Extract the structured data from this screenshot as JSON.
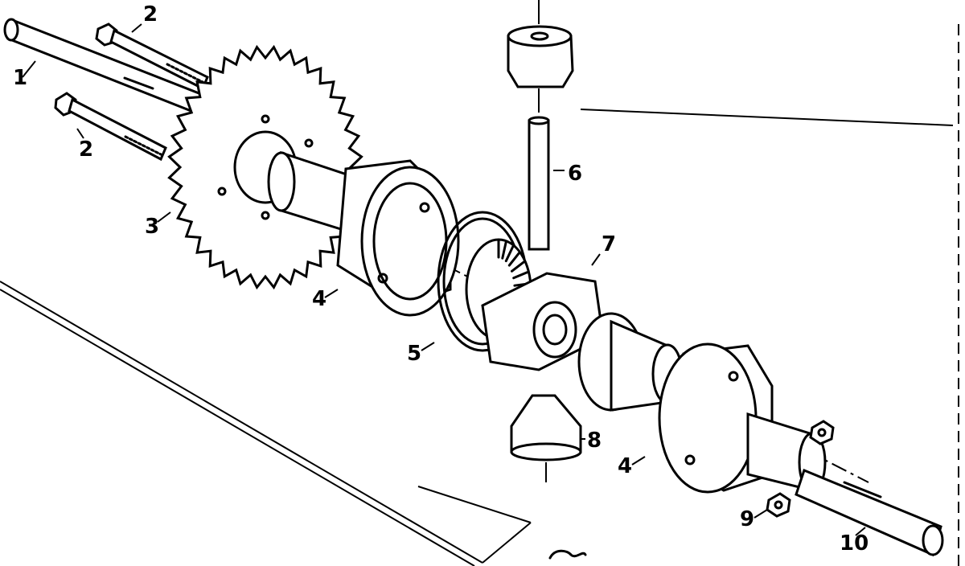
{
  "diagram": {
    "callouts": [
      {
        "id": "c1",
        "text": "1"
      },
      {
        "id": "c2a",
        "text": "2"
      },
      {
        "id": "c2b",
        "text": "2"
      },
      {
        "id": "c3",
        "text": "3"
      },
      {
        "id": "c4a",
        "text": "4"
      },
      {
        "id": "c4b",
        "text": "4"
      },
      {
        "id": "c5",
        "text": "5"
      },
      {
        "id": "c6",
        "text": "6"
      },
      {
        "id": "c7",
        "text": "7"
      },
      {
        "id": "c8",
        "text": "8"
      },
      {
        "id": "c9",
        "text": "9"
      },
      {
        "id": "c10",
        "text": "10"
      }
    ]
  }
}
